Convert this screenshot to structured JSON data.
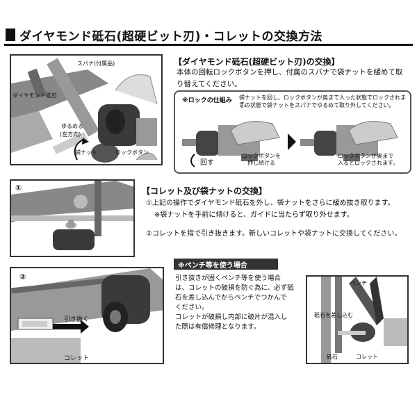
{
  "title": "ダイヤモンド砥石(超硬ビット刃)・コレットの交換方法",
  "section1": {
    "heading": "【ダイヤモンド砥石(超硬ビット刃)の交換】",
    "body_line1": "本体の回転ロックボタンを押し、付属のスパナで袋ナットを緩めて取",
    "body_line2": "り替えてください。"
  },
  "illus1": {
    "label_spanner": "スパナ(付属品)",
    "label_stone": "ダイヤモンド砥石",
    "label_loosen": "ゆるめる",
    "label_direction": "(左方向)",
    "label_nut": "袋ナット",
    "label_lock": "ロックボタン"
  },
  "lock_inset": {
    "title": "※ロックの仕組み",
    "desc_line1": "袋ナットを回し、ロックボタンが奥まで入った状態でロックされます。",
    "desc_line2": "この状態で袋ナットをスパナでゆるめて取り外してください。",
    "label_turn": "回す",
    "label_keep_line1": "ロックボタンを",
    "label_keep_line2": "押し続ける",
    "label_locked_line1": "ロックボタンが奥まで",
    "label_locked_line2": "入るとロックされます。"
  },
  "section2": {
    "step1_marker": "①",
    "heading": "【コレット及び袋ナットの交換】",
    "item1_line1": "①上記の操作でダイヤモンド砥石を外し、袋ナットをさらに緩め抜き取ります。",
    "item1_line2": "※袋ナットを手前に傾けると、ガイドに当たらず取り外せます。",
    "item2": "②コレットを指で引き抜きます。新しいコレットや袋ナットに交換してください。"
  },
  "section3": {
    "step2_marker": "②",
    "label_pull": "引き抜く",
    "label_collet": "コレット",
    "pliers_title": "※ペンチ等を使う場合",
    "pliers_line1": "引き抜きが固くペンチ等を使う場合",
    "pliers_line2": "は、コレットの破損を防ぐ為に、必ず砥",
    "pliers_line3": "石を差し込んでからペンチでつかんで",
    "pliers_line4": "ください。",
    "pliers_line5": "コレットが破損し内部に破片が混入し",
    "pliers_line6": "た際は有償修理となります。",
    "label_pliers": "ペンチ",
    "label_insert": "砥石を差し込む",
    "label_stone": "砥石",
    "label_collet2": "コレット"
  }
}
